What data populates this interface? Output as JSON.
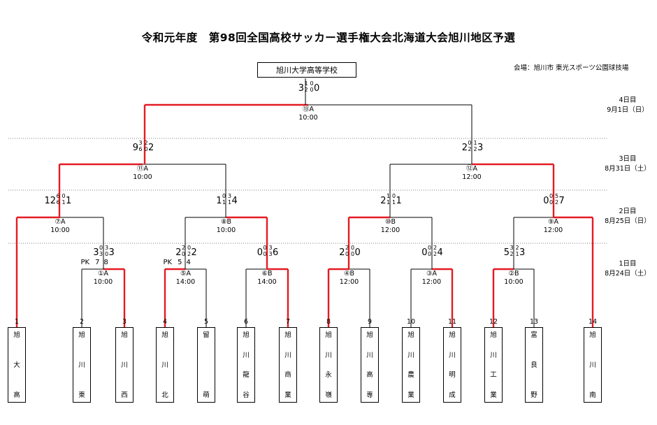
{
  "title": "令和元年度　第98回全国高校サッカー選手権大会北海道大会旭川地区予選",
  "venue": "会場：旭川市 東光スポーツ公園球技場",
  "champion": "旭川大学高等学校",
  "days": [
    {
      "round": "4日目",
      "date": "9月1日（日）"
    },
    {
      "round": "3日目",
      "date": "8月31日（土）"
    },
    {
      "round": "2日目",
      "date": "8月25日（日）"
    },
    {
      "round": "1日目",
      "date": "8月24日（土）"
    }
  ],
  "teams": [
    {
      "num": "1",
      "chars": [
        "旭",
        "大",
        "高"
      ]
    },
    {
      "num": "2",
      "chars": [
        "旭",
        "川",
        "東"
      ]
    },
    {
      "num": "3",
      "chars": [
        "旭",
        "川",
        "西"
      ]
    },
    {
      "num": "4",
      "chars": [
        "旭",
        "川",
        "北"
      ]
    },
    {
      "num": "5",
      "chars": [
        "留",
        "萌"
      ]
    },
    {
      "num": "6",
      "chars": [
        "旭",
        "川",
        "龍",
        "谷"
      ]
    },
    {
      "num": "7",
      "chars": [
        "旭",
        "川",
        "商",
        "業"
      ]
    },
    {
      "num": "8",
      "chars": [
        "旭",
        "川",
        "永",
        "嶺"
      ]
    },
    {
      "num": "9",
      "chars": [
        "旭",
        "川",
        "高",
        "専"
      ]
    },
    {
      "num": "10",
      "chars": [
        "旭",
        "川",
        "農",
        "業"
      ]
    },
    {
      "num": "11",
      "chars": [
        "旭",
        "川",
        "明",
        "成"
      ]
    },
    {
      "num": "12",
      "chars": [
        "旭",
        "川",
        "工",
        "業"
      ]
    },
    {
      "num": "13",
      "chars": [
        "富",
        "良",
        "野"
      ]
    },
    {
      "num": "14",
      "chars": [
        "旭",
        "川",
        "南"
      ]
    }
  ],
  "matches": [
    {
      "label": "①A",
      "time": "10:00",
      "left": "3",
      "right": "3",
      "h1": [
        "0",
        "3"
      ],
      "h2": [
        "3",
        "0"
      ],
      "pk": {
        "left": "7",
        "right": "8"
      }
    },
    {
      "label": "⑤A",
      "time": "14:00",
      "left": "2",
      "right": "2",
      "h1": [
        "2",
        "0"
      ],
      "h2": [
        "0",
        "2"
      ],
      "pk": {
        "left": "5",
        "right": "4"
      }
    },
    {
      "label": "⑥B",
      "time": "14:00",
      "left": "0",
      "right": "6",
      "h1": [
        "0",
        "3"
      ],
      "h2": [
        "0",
        "3"
      ]
    },
    {
      "label": "④B",
      "time": "12:00",
      "left": "2",
      "right": "0",
      "h1": [
        "2",
        "0"
      ],
      "h2": [
        "0",
        "0"
      ]
    },
    {
      "label": "③A",
      "time": "12:00",
      "left": "0",
      "right": "4",
      "h1": [
        "0",
        "2"
      ],
      "h2": [
        "0",
        "2"
      ]
    },
    {
      "label": "②B",
      "time": "10:00",
      "left": "5",
      "right": "3",
      "h1": [
        "3",
        "2"
      ],
      "h2": [
        "2",
        "1"
      ]
    },
    {
      "label": "⑦A",
      "time": "10:00",
      "left": "12",
      "right": "1",
      "h1": [
        "6",
        "0"
      ],
      "h2": [
        "6",
        "1"
      ]
    },
    {
      "label": "⑧B",
      "time": "10:00",
      "left": "1",
      "right": "4",
      "h1": [
        "0",
        "3"
      ],
      "h2": [
        "1",
        "1"
      ]
    },
    {
      "label": "⑩B",
      "time": "12:00",
      "left": "2",
      "right": "1",
      "h1": [
        "1",
        "0"
      ],
      "h2": [
        "1",
        "1"
      ]
    },
    {
      "label": "⑨A",
      "time": "12:00",
      "left": "0",
      "right": "7",
      "h1": [
        "0",
        "5"
      ],
      "h2": [
        "0",
        "2"
      ]
    },
    {
      "label": "⑪A",
      "time": "10:00",
      "left": "9",
      "right": "2",
      "h1": [
        "3",
        "2"
      ],
      "h2": [
        "6",
        "0"
      ]
    },
    {
      "label": "⑫A",
      "time": "12:00",
      "left": "2",
      "right": "3",
      "h1": [
        "0",
        "1"
      ],
      "h2": [
        "2",
        "2"
      ]
    },
    {
      "label": "⑬A",
      "time": "10:00",
      "left": "3",
      "right": "0",
      "h1": [
        "1",
        "0"
      ],
      "h2": [
        "2",
        "0"
      ]
    }
  ],
  "colors": {
    "winner_line": "#e31b23",
    "line": "#000000",
    "separator": "#555555"
  }
}
